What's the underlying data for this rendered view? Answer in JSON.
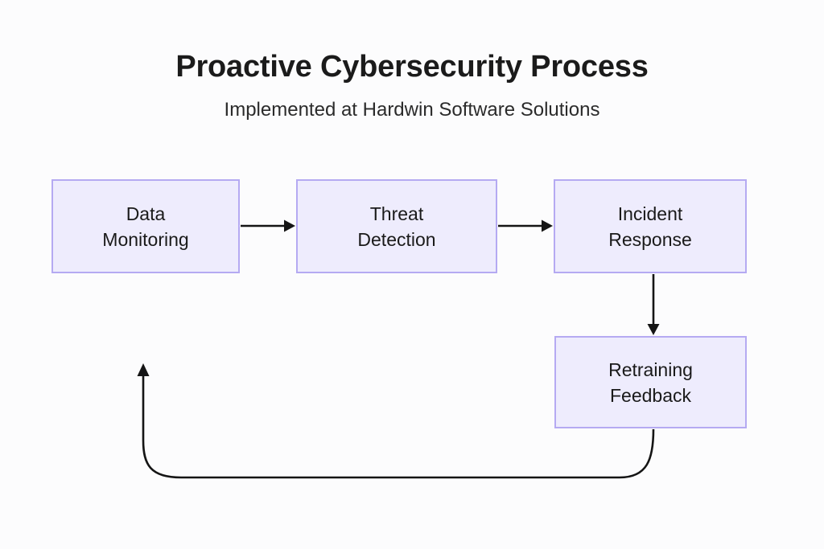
{
  "header": {
    "title": "Proactive Cybersecurity Process",
    "subtitle": "Implemented at Hardwin Software Solutions"
  },
  "theme": {
    "background": "#fcfcfd",
    "node_fill": "#eeecfd",
    "node_border": "#b5aaf2",
    "node_text": "#1a1a1a",
    "edge_color": "#151515",
    "title_color": "#1b1b1b",
    "subtitle_color": "#2b2b2b"
  },
  "diagram": {
    "type": "flowchart",
    "orientation": "left-to-right with feedback loop",
    "nodes": [
      {
        "id": "data-monitoring",
        "label": "Data\nMonitoring",
        "line1": "Data",
        "line2": "Monitoring"
      },
      {
        "id": "threat-detection",
        "label": "Threat\nDetection",
        "line1": "Threat",
        "line2": "Detection"
      },
      {
        "id": "incident-response",
        "label": "Incident\nResponse",
        "line1": "Incident",
        "line2": "Response"
      },
      {
        "id": "retraining-feedback",
        "label": "Retraining\nFeedback",
        "line1": "Retraining",
        "line2": "Feedback"
      }
    ],
    "edges": [
      {
        "id": "edge-1",
        "from": "data-monitoring",
        "to": "threat-detection",
        "style": "straight-horizontal",
        "label": ""
      },
      {
        "id": "edge-2",
        "from": "threat-detection",
        "to": "incident-response",
        "style": "straight-horizontal",
        "label": ""
      },
      {
        "id": "edge-3",
        "from": "incident-response",
        "to": "retraining-feedback",
        "style": "straight-vertical",
        "label": ""
      },
      {
        "id": "edge-4",
        "from": "retraining-feedback",
        "to": "data-monitoring",
        "style": "curved-feedback-loop",
        "label": ""
      }
    ]
  }
}
